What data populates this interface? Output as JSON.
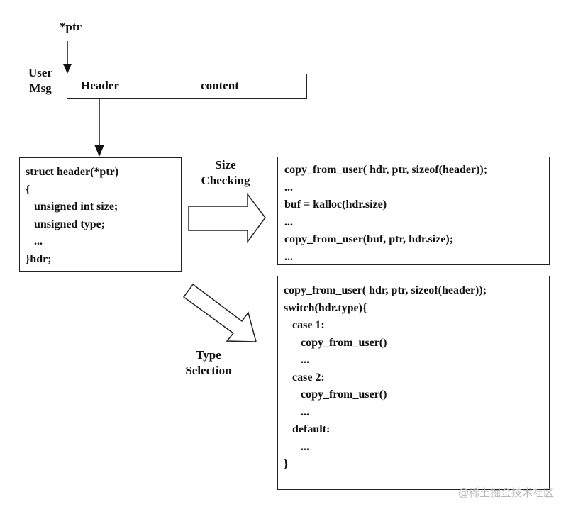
{
  "top_pointer": "*ptr",
  "user_msg": {
    "line1": "User",
    "line2": "Msg"
  },
  "message": {
    "header": "Header",
    "content": "content"
  },
  "struct_box": {
    "lines": [
      "struct header(*ptr)",
      "{",
      "   unsigned int size;",
      "   unsigned type;",
      "   ...",
      "}hdr;"
    ]
  },
  "size_checking": {
    "line1": "Size",
    "line2": "Checking"
  },
  "type_selection": {
    "line1": "Type",
    "line2": "Selection"
  },
  "size_box": {
    "lines": [
      "copy_from_user( hdr, ptr, sizeof(header));",
      "...",
      "buf = kalloc(hdr.size)",
      "...",
      "copy_from_user(buf, ptr, hdr.size);",
      "..."
    ]
  },
  "type_box": {
    "lines": [
      "copy_from_user( hdr, ptr, sizeof(header));",
      "",
      "switch(hdr.type){",
      "   case 1:",
      "      copy_from_user()",
      "      ...",
      "   case 2:",
      "      copy_from_user()",
      "      ...",
      "   default:",
      "      ...",
      "}"
    ]
  },
  "watermark": "@稀土掘金技术社区"
}
